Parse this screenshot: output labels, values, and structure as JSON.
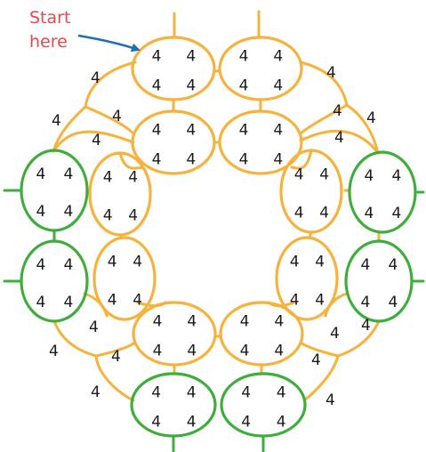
{
  "annotation": {
    "line1": "Start",
    "line2": "here",
    "color": "#e5484d",
    "arrow_color": "#1e6fb8"
  },
  "colors": {
    "orange": "#f7b23b",
    "green": "#3dae3b"
  },
  "count_label": "4"
}
